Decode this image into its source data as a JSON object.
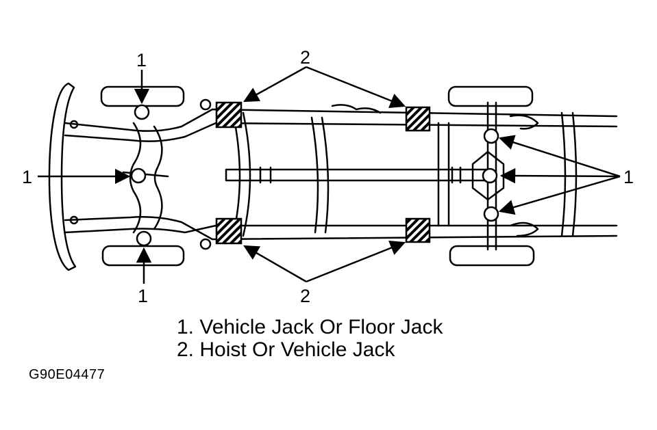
{
  "callouts": {
    "left_top": "1",
    "left_mid": "1",
    "left_bottom": "1",
    "right": "1",
    "top": "2",
    "bottom": "2"
  },
  "legend": {
    "item1": "1. Vehicle Jack Or Floor Jack",
    "item2": "2. Hoist Or Vehicle Jack"
  },
  "figure_id": "G90E04477"
}
